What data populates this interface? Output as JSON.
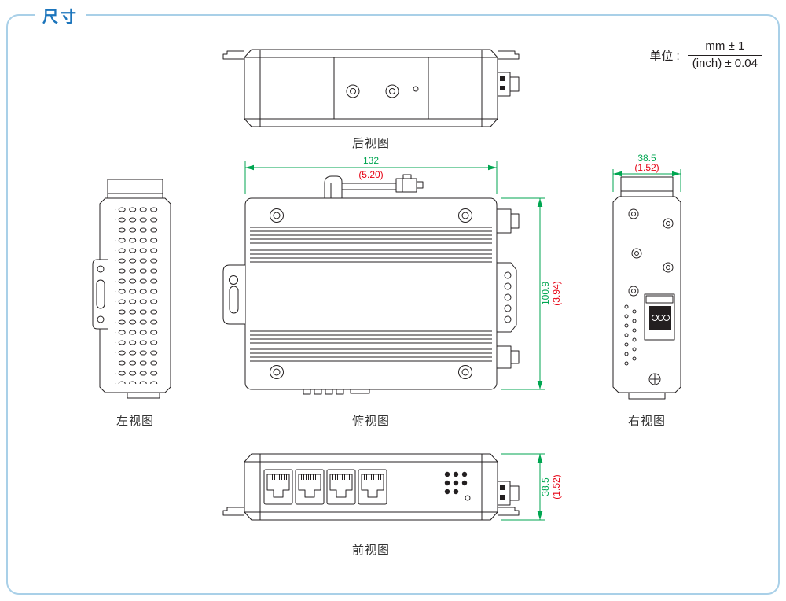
{
  "page": {
    "title": "尺寸"
  },
  "units": {
    "label": "单位 :",
    "mm": "mm ± 1",
    "inch": "(inch) ± 0.04"
  },
  "views": {
    "rear": {
      "label": "后视图"
    },
    "left": {
      "label": "左视图"
    },
    "top": {
      "label": "俯视图"
    },
    "right": {
      "label": "右视图"
    },
    "front": {
      "label": "前视图"
    }
  },
  "dimensions": {
    "top_width_mm": "132",
    "top_width_inch": "(5.20)",
    "top_height_mm": "100.9",
    "top_height_inch": "(3.94)",
    "right_width_mm": "38.5",
    "right_width_inch": "(1.52)",
    "front_height_mm": "38.5",
    "front_height_inch": "(1.52)"
  },
  "colors": {
    "dimension_mm": "#00a651",
    "dimension_inch": "#e60012",
    "title": "#1c75bc",
    "border": "#a9d0e8",
    "drawing": "#231f20"
  }
}
